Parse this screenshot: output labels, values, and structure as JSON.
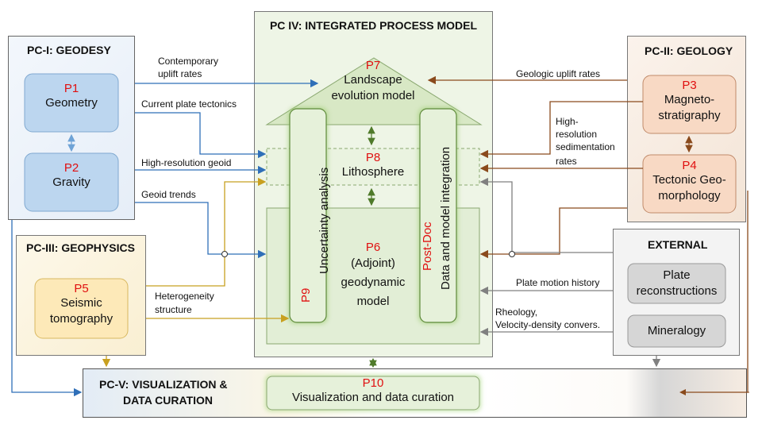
{
  "pc1": {
    "title": "PC-I: GEODESY",
    "p1": {
      "code": "P1",
      "name": "Geometry"
    },
    "p2": {
      "code": "P2",
      "name": "Gravity"
    }
  },
  "pc2": {
    "title": "PC-II: GEOLOGY",
    "p3": {
      "code": "P3",
      "name_line1": "Magneto-",
      "name_line2": "stratigraphy"
    },
    "p4": {
      "code": "P4",
      "name_line1": "Tectonic Geo-",
      "name_line2": "morphology"
    }
  },
  "pc3": {
    "title": "PC-III: GEOPHYSICS",
    "p5": {
      "code": "P5",
      "name_line1": "Seismic",
      "name_line2": "tomography"
    }
  },
  "pc4": {
    "title": "PC IV: INTEGRATED PROCESS MODEL",
    "p7": {
      "code": "P7",
      "name_line1": "Landscape",
      "name_line2": "evolution model"
    },
    "p8": {
      "code": "P8",
      "name": "Lithosphere"
    },
    "p6": {
      "code": "P6",
      "name_line1": "(Adjoint)",
      "name_line2": "geodynamic",
      "name_line3": "model"
    },
    "p9": {
      "code": "P9",
      "name": "Uncertainty analysis"
    },
    "postdoc": {
      "code": "Post-Doc",
      "name": "Data and model integration"
    }
  },
  "external": {
    "title": "EXTERNAL",
    "plate": {
      "line1": "Plate",
      "line2": "reconstructions"
    },
    "mineralogy": "Mineralogy"
  },
  "pc5": {
    "title_line1": "PC-V: VISUALIZATION &",
    "title_line2": "DATA CURATION",
    "p10": {
      "code": "P10",
      "name": "Visualization and data curation"
    }
  },
  "arrows": {
    "contemporary_uplift_1": "Contemporary",
    "contemporary_uplift_2": "uplift rates",
    "current_plate_tectonics": "Current plate tectonics",
    "high_res_geoid": "High-resolution geoid",
    "geoid_trends": "Geoid trends",
    "geologic_uplift": "Geologic uplift rates",
    "sed_rates_1": "High-",
    "sed_rates_2": "resolution",
    "sed_rates_3": "sedimentation",
    "sed_rates_4": "rates",
    "heterogeneity_1": "Heterogeneity",
    "heterogeneity_2": "structure",
    "plate_motion": "Plate motion history",
    "rheology_1": "Rheology,",
    "rheology_2": "Velocity-density convers."
  },
  "colors": {
    "blue_arrow": "#2f6fb8",
    "brown_arrow": "#8a4a1c",
    "gold_arrow": "#c8a020",
    "green_arrow": "#4f7a2a",
    "gray_arrow": "#808080",
    "p_code_red": "#e01010"
  }
}
